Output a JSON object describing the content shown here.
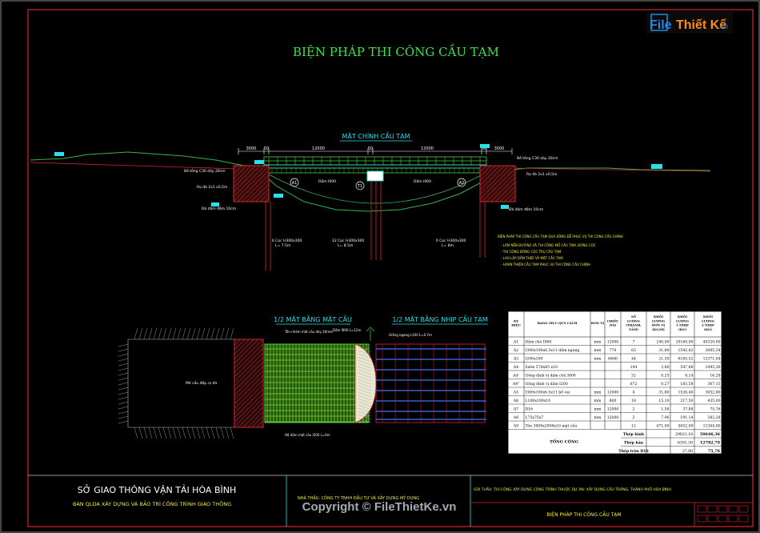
{
  "watermark": {
    "logo_file": "File",
    "logo_rest": "Thiết Kế",
    "logo_tld": ".vn",
    "copyright": "Copyright © FileThietKe.vn"
  },
  "drawing": {
    "main_title": "BIỆN PHÁP THI CÔNG CẦU TẠM",
    "elevation_title": "MẶT CHÍNH CẦU TẠM",
    "deck_plan_title": "1/2 MẶT BẰNG MẶT CẦU",
    "span_plan_title": "1/2 MẶT BẰNG NHỊP CẦU TẠM"
  },
  "elevation": {
    "dims": [
      "3000",
      "50",
      "12000",
      "50",
      "12000",
      "50",
      "3000"
    ],
    "labels": {
      "concrete_left": "Bê tông C30 dày 20cm",
      "concrete_right": "Bê tông C30 dày 20cm",
      "riprap_left": "Rọ đá 2x1 x0,5m",
      "riprap_right": "Rọ đá 2x1 x0,5m",
      "gravel_left": "Đá dăm đệm 10cm",
      "gravel_right": "Đá dăm đệm 10cm",
      "beam_left": "Dầm I900",
      "beam_right": "Dầm I900",
      "a1": "A1",
      "t1": "T1",
      "a2": "A2",
      "pile_left_1": "6 Cọc H300x300",
      "pile_left_2": "L= 7.5m",
      "pile_mid_1": "12 Cọc H300x300",
      "pile_mid_2": "L= 8.5m",
      "pile_right_1": "6 Cọc H300x300",
      "pile_right_2": "L= 8m"
    }
  },
  "notes": {
    "heading": "BIỆN PHÁP THI CÔNG CẦU TẠM QUA SÔNG ĐỂ PHỤC VỤ THI CÔNG CẦU CHÍNH",
    "items": [
      "- LÀM NỀN ĐƯỜNG VÀ THI CÔNG MỐ CẦU TẠM, ĐÓNG CỌC",
      "- THI CÔNG ĐÓNG CỌC TRỤ CẦU TẠM",
      "- LAO LẮP DẦM THÉP VÀ MẶT CẦU TẠM",
      "- HOÀN THIỆN CẦU TẠM PHỤC VỤ THI CÔNG CẦU CHÍNH"
    ]
  },
  "plan": {
    "labels": {
      "ramp": "Mố cầu đắp rọ đá",
      "deck_plate": "Tôn nhám mặt cầu dày 20mm",
      "beam_i900": "Dầm I900 L=12m",
      "angle_brace": "Giằng ngang L100 L=0.7m",
      "stringer": "Hệ dầm mặt cầu I200 L=6m"
    }
  },
  "table": {
    "headers": [
      "KÝ HIỆU",
      "HẠNG MỤC-QUY CÁCH",
      "ĐƠN VỊ",
      "CHIỀU DÀI",
      "SỐ LƯỢNG (THANH, TẤM)",
      "KHỐI LƯỢNG ĐƠN VỊ (KG/M)",
      "KHỐI LƯỢNG 1 NHỊP (KG)",
      "KHỐI LƯỢNG 2 NHỊP (KG)"
    ],
    "rows": [
      [
        "A1",
        "Dầm chủ I900",
        "mm",
        "12000",
        "7",
        "240,00",
        "20160,00",
        "40320,00"
      ],
      [
        "A2",
        "I300x100x6.5x11 dầm ngang",
        "mm",
        "770",
        "63",
        "31,80",
        "1542,62",
        "3085,24"
      ],
      [
        "A3",
        "I200x100",
        "mm",
        "6600",
        "44",
        "21,30",
        "6185,52",
        "12371,04"
      ],
      [
        "A4",
        "Sườn 570x85 x10",
        "",
        "",
        "144",
        "3,80",
        "547,68",
        "1095,36"
      ],
      [
        "A4'",
        "Gông định vị dầm chủ I600",
        "",
        "",
        "32",
        "0,25",
        "8,14",
        "16,28"
      ],
      [
        "A4\"",
        "Gông định vị dầm I200",
        "",
        "",
        "672",
        "0,27",
        "183,58",
        "367,15"
      ],
      [
        "A5",
        "I300x100x6.5x11 bổ vai",
        "mm",
        "12000",
        "4",
        "31,80",
        "1526,40",
        "3052,80"
      ],
      [
        "A6",
        "L100x100x10",
        "mm",
        "800",
        "18",
        "15,10",
        "217,50",
        "435,00"
      ],
      [
        "A7",
        "D16",
        "mm",
        "12000",
        "2",
        "1,58",
        "37,88",
        "75,76"
      ],
      [
        "A8",
        "L75x75x7",
        "mm",
        "12000",
        "2",
        "7,96",
        "191,14",
        "382,28"
      ],
      [
        "A9",
        "Tôn 3000x2000x10 mặt cầu",
        "",
        "",
        "12",
        "471,00",
        "5652,00",
        "11304,00"
      ]
    ],
    "total_label": "TỔNG CỘNG",
    "totals": [
      {
        "label": "Thép hình",
        "one": "29823,18",
        "two": "59646,36"
      },
      {
        "label": "Thép bản",
        "one": "6391,39",
        "two": "12782,79"
      },
      {
        "label": "Thép tròn D16",
        "one": "37,88",
        "two": "75,76"
      }
    ]
  },
  "titleblock": {
    "org_line1": "SỞ GIAO THÔNG VẬN TẢI HÒA BÌNH",
    "org_line2": "BAN QLDA XÂY DỰNG VÀ BẢO TRÌ CÔNG TRÌNH GIAO THÔNG",
    "contractor": "NHÀ THẦU: CÔNG TY TNHH ĐẦU TƯ VÀ XÂY DỰNG MỸ DUNG",
    "package": "GÓI THẦU: THI CÔNG XÂY DỰNG CÔNG TRÌNH THUỘC DỰ ÁN: XÂY DỰNG CẦU TRĂNG, THÀNH PHỐ HÒA BÌNH",
    "sheet_title": "BIỆN PHÁP THI CÔNG CẦU TẠM"
  },
  "colors": {
    "background": "#000000",
    "frame": "#d8262e",
    "border_inner": "#c8c8c8",
    "title_green": "#3fe04a",
    "label_cyan": "#2ae0ea",
    "label_yellow": "#f2ec35",
    "deck_green": "#4bd23c",
    "grid_blue": "#3a5ed6",
    "ground_green": "#39b34a",
    "table_bg": "#ffffff",
    "logo_blue": "#1e8be0",
    "logo_orange": "#ff8a1a"
  }
}
